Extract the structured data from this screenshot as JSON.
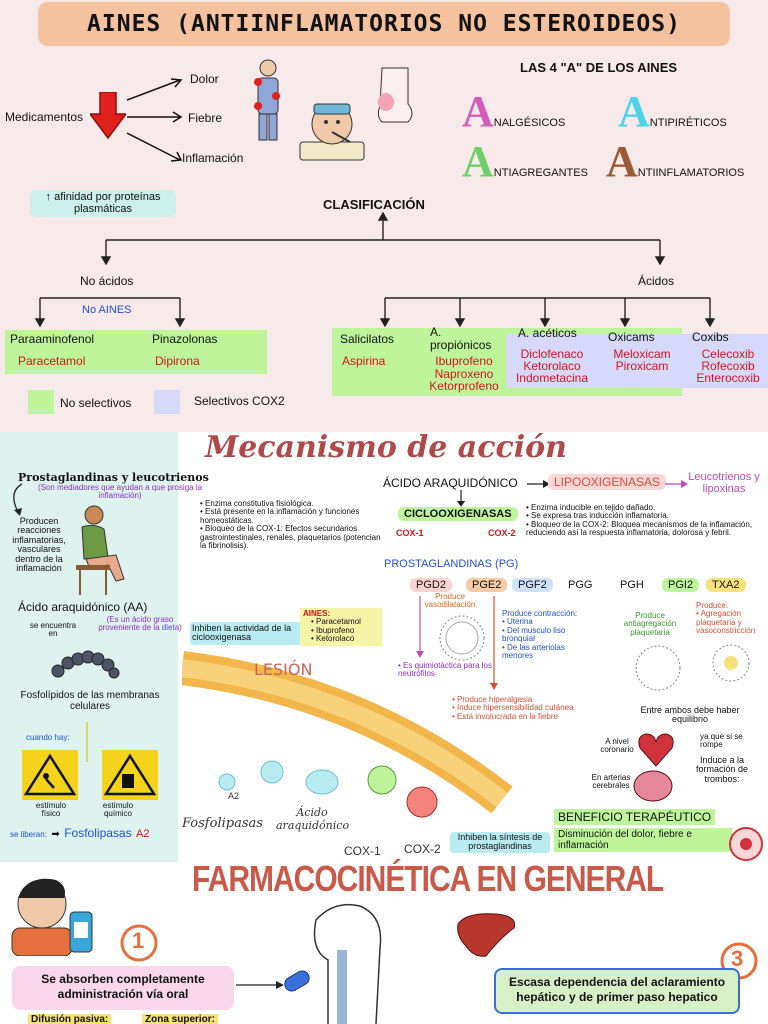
{
  "header": {
    "title": "AINES (ANTIINFLAMATORIOS NO ESTEROIDEOS)"
  },
  "intro": {
    "medicamentos": "Medicamentos",
    "effects": [
      "Dolor",
      "Fiebre",
      "Inflamación"
    ]
  },
  "four_a": {
    "title": "LAS 4 \"A\" DE LOS AINES",
    "items": [
      {
        "letter": "A",
        "rest": "NALGÉSICOS",
        "color": "#d35ab8"
      },
      {
        "letter": "A",
        "rest": "NTIPIRÉTICOS",
        "color": "#4dd3e8"
      },
      {
        "letter": "A",
        "rest": "NTIAGREGANTES",
        "color": "#6ed06a"
      },
      {
        "letter": "A",
        "rest": "NTIINFLAMATORIOS",
        "color": "#9a5a35"
      }
    ]
  },
  "classification": {
    "affinity": "↑ afinidad por proteínas plasmáticas",
    "title": "CLASIFICACIÓN",
    "no_acidos": "No ácidos",
    "acidos": "Ácidos",
    "no_aines": "No AINES",
    "groups": [
      {
        "name": "Paraaminofenol",
        "drugs": "Paracetamol"
      },
      {
        "name": "Pinazolonas",
        "drugs": "Dipirona"
      },
      {
        "name": "Salicilatos",
        "drugs": "Aspirina"
      },
      {
        "name": "A. propiónicos",
        "drugs": "Ibuprofeno Naproxeno Ketorprofeno"
      },
      {
        "name": "A. acéticos",
        "drugs": "Diclofenaco Ketorolaco Indometacina"
      },
      {
        "name": "Oxicams",
        "drugs": "Meloxicam Piroxicam"
      },
      {
        "name": "Coxibs",
        "drugs": "Celecoxib Rofecoxib Enterocoxib"
      }
    ],
    "legend": {
      "non_selective": "No selectivos",
      "selective": "Selectivos COX2"
    }
  },
  "left_panel": {
    "pg_title": "Prostaglandinas y leucotrienos",
    "pg_note": "(Son mediadores que ayudan a que prosiga la inflamación)",
    "produce": "Producen reacciones inflamatorias, vasculares dentro de la inflamación",
    "aa": "Ácido araquidónico (AA)",
    "found": "se encuentra en",
    "aa_note": "(Es un ácido graso proveniente de la dieta)",
    "fosfo": "Fosfolípidos de las membranas celulares",
    "cuando": "cuando hay:",
    "fisico": "estímulo físico",
    "quimico": "estímulo químico",
    "liberan_pre": "se liberan:",
    "fosfolipasas": "Fosfolipasas",
    "a2": "A2"
  },
  "mechanism": {
    "title": "Mecanismo de acción",
    "aa": "ÁCIDO ARAQUIDÓNICO",
    "lipo": "LIPOOXIGENASAS",
    "leuco": "Leucotrienos y lipoxinas",
    "ciclo": "CICLOOXIGENASAS",
    "cox1": "COX-1",
    "cox2": "COX-2",
    "cox1_notes": [
      "Enzima constitutiva fisiológica.",
      "Está presente en la inflamación y funciones homeostáticas.",
      "Bloqueo de la COX-1: Efectos secundarios gastrointestinales, renales, plaquetarios (potencian la fibrinolisis)."
    ],
    "cox2_notes": [
      "Enzima inducible en tejido dañado.",
      "Se expresa tras inducción inflamatoria.",
      "Bloqueo de la COX-2: Bloquea mecanismos de la inflamación, reduciendo así la respuesta inflamatoria, dolorosa y febril."
    ],
    "pg": "PROSTAGLANDINAS (PG)",
    "pg_types": [
      "PGD2",
      "PGE2",
      "PGF2",
      "PGG",
      "PGH",
      "PGI2",
      "TXA2"
    ],
    "inhiben": "Inhiben la actividad de la ciclooxigenasa",
    "aines_label": "AINES:",
    "aines_list": [
      "Paracetamol",
      "Ibuprofeno",
      "Ketorolaco"
    ],
    "pge2_vaso": "Produce vasodilatación",
    "pgf2_title": "Produce contracción:",
    "pgf2_list": [
      "Uterina",
      "Del musculo liso bronquial",
      "De las arteriolas menores"
    ],
    "pgd2_note": "Es quimiotáctica para los neutrófilos",
    "pge2_list": [
      "Produce hiperalgesia",
      "Induce hipersensibilidad cutánea",
      "Está involucrada en la fiebre"
    ],
    "pgi2_note": "Produce antiagregación plaquetaria",
    "txa2_title": "Produce:",
    "txa2_list": [
      "Agregación plaquetaria y vasoconstricción"
    ],
    "equilibrio": "Entre ambos debe haber equilibrio",
    "rompe": "ya que si se rompe",
    "coronario": "A nivel coronario",
    "cerebrales": "En arterias cerebrales",
    "trombos": "Induce a la formación de trombos:",
    "lesion": "LESIÓN",
    "fosfolipasas": "Fosfolipasas",
    "acido": "Ácido araquidónico",
    "cox1_lbl": "COX-1",
    "cox2_lbl": "COX-2",
    "a2": "A2",
    "inhiben2": "Inhiben la síntesis de prostaglandinas",
    "beneficio": "BENEFICIO TERAPÉUTICO",
    "beneficio_txt": "Disminución del dolor, fiebre e inflamación"
  },
  "pk": {
    "title": "FARMACOCINÉTICA EN GENERAL",
    "n1": "1",
    "n3": "3",
    "absorb": "Se absorben completamente administración vía oral",
    "hepatic": "Escasa dependencia del aclaramiento hepático y de primer paso hepatico",
    "difusion": "Difusión pasiva:",
    "zona": "Zona superior:"
  }
}
